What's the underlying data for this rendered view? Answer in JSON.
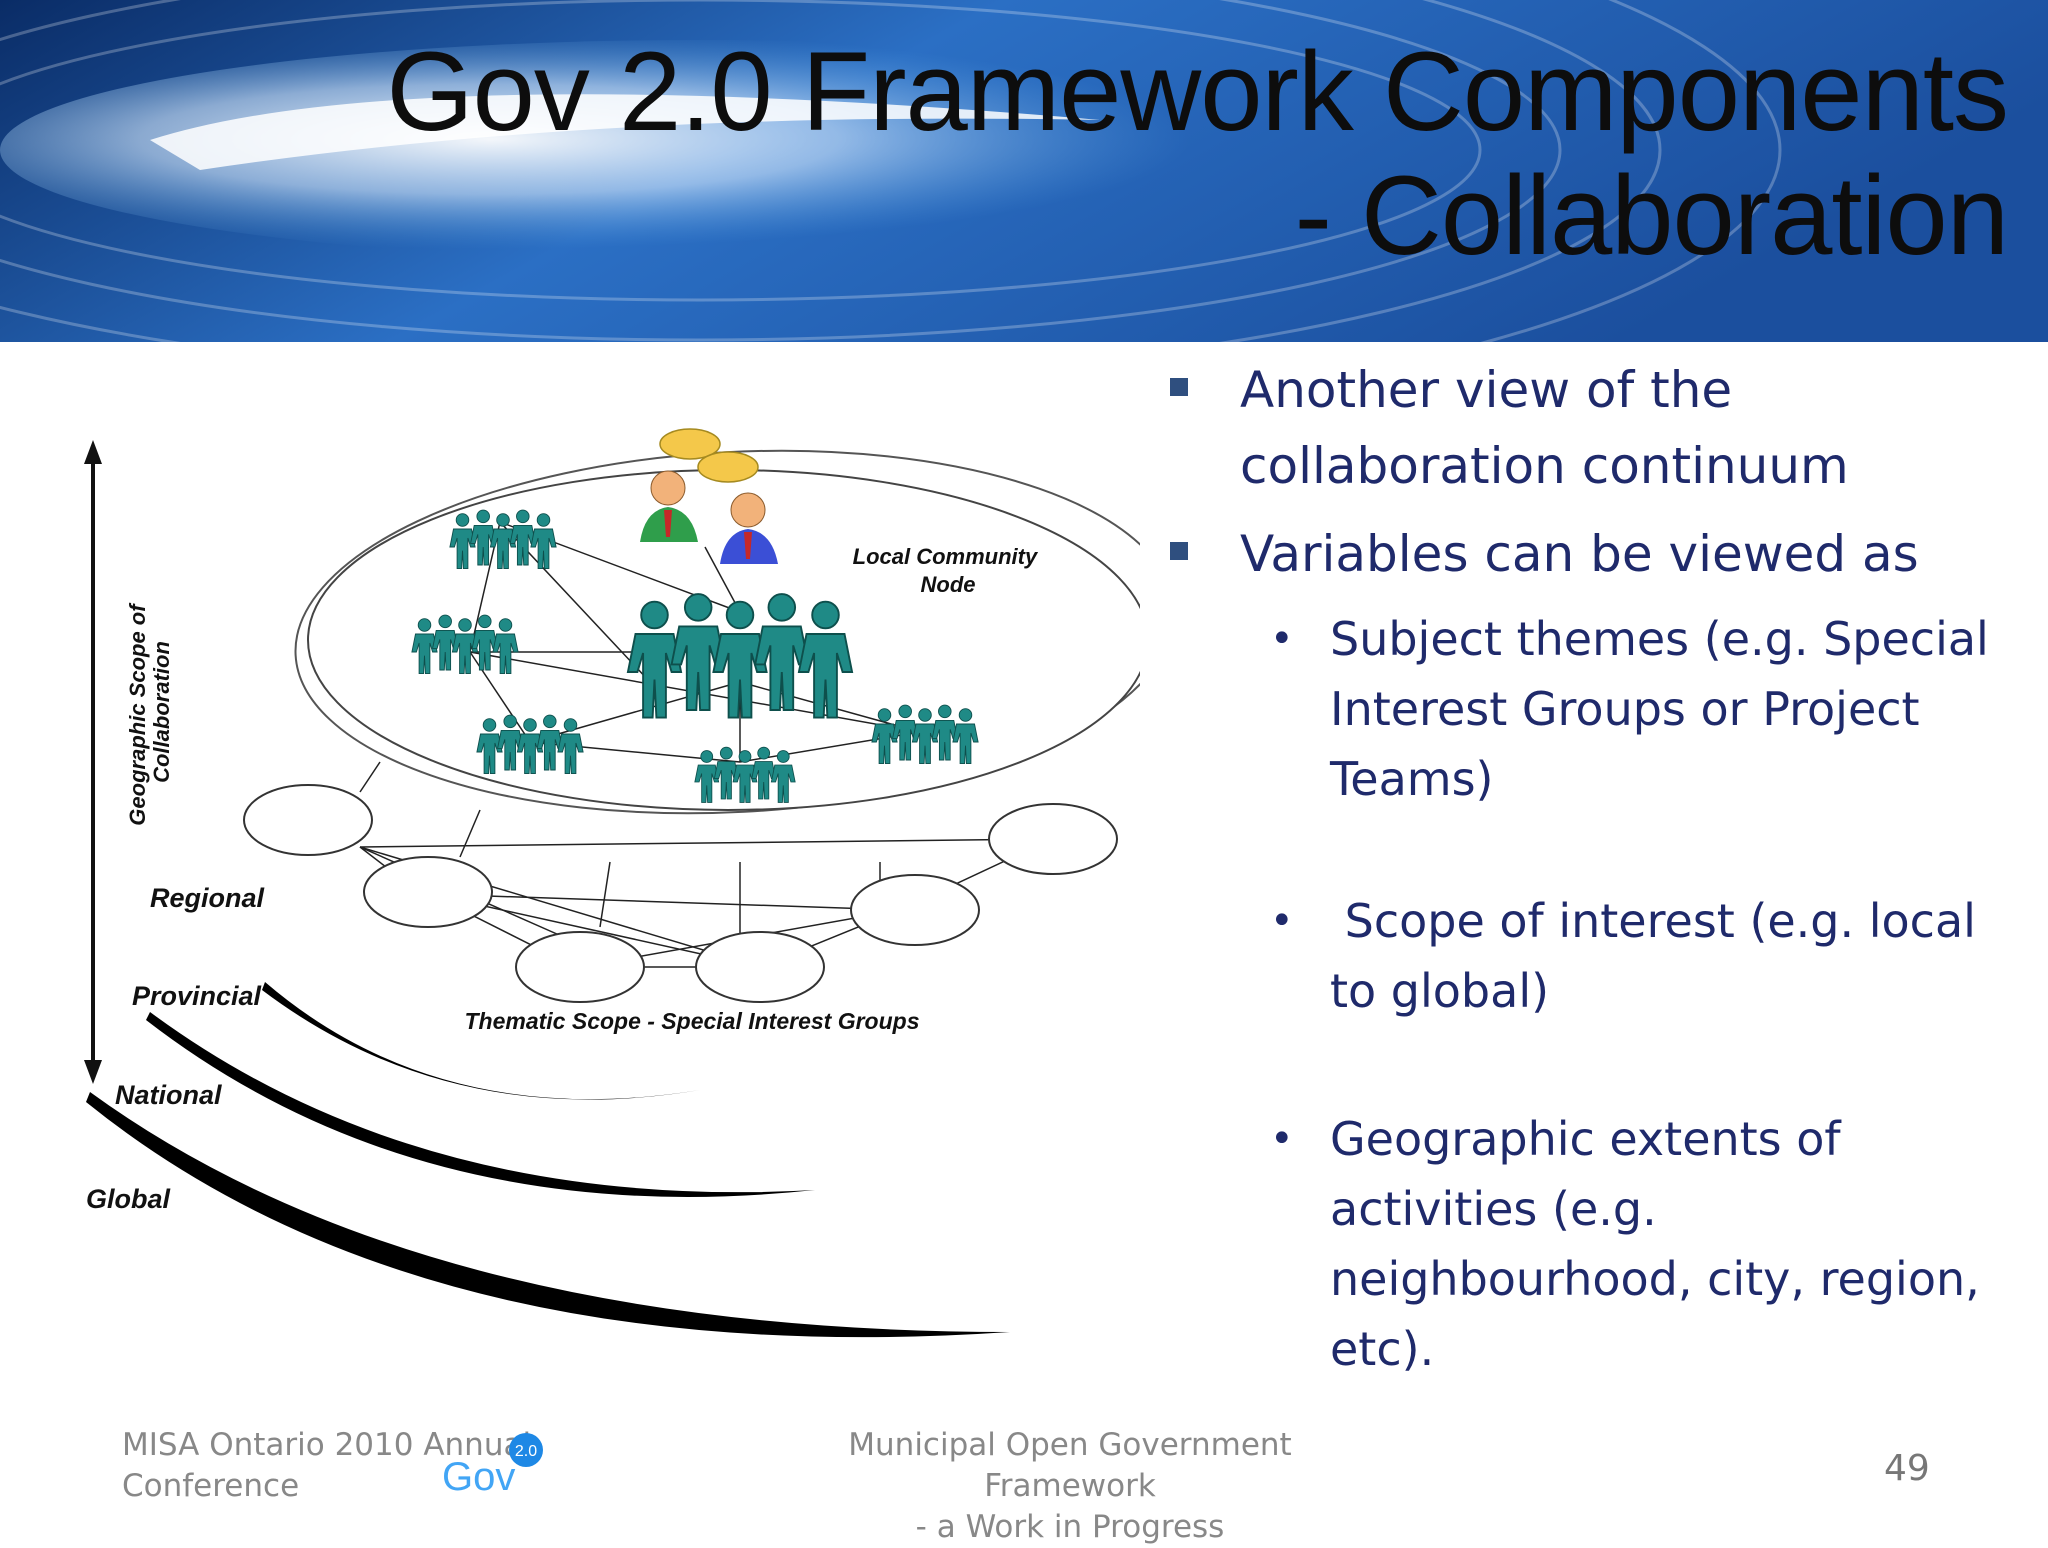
{
  "slide": {
    "title_line1": "Gov 2.0 Framework Components",
    "title_line2": "- Collaboration",
    "colors": {
      "banner_dark": "#0b2f6e",
      "banner_light": "#5fa8e6",
      "bullet_text": "#1f2a6b",
      "people": "#1f8a86"
    }
  },
  "diagram": {
    "axis_label_line1": "Geographic Scope of",
    "axis_label_line2": "Collaboration",
    "node_label_line1": "Local Community",
    "node_label_line2": "Node",
    "levels": [
      "Regional",
      "Provincial",
      "National",
      "Global"
    ],
    "thematic_label": "Thematic Scope - Special Interest Groups",
    "icons": [
      "people-group-icon",
      "speech-bubble-icon",
      "person-icon"
    ]
  },
  "bullets": {
    "b1": "Another view of the collaboration continuum",
    "b2": "Variables can be viewed as",
    "sub": [
      "Subject themes (e.g. Special Interest Groups or Project Teams)",
      " Scope of interest (e.g. local to global)",
      "Geographic extents of activities (e.g. neighbourhood, city, region, etc)."
    ]
  },
  "footer": {
    "left_line1": "MISA Ontario 2010 Annual",
    "left_line2": "Conference",
    "logo_badge": "2.0",
    "logo_text": "Gov",
    "center_line1": "Municipal Open Government Framework",
    "center_line2": "- a Work in Progress",
    "page": "49"
  }
}
